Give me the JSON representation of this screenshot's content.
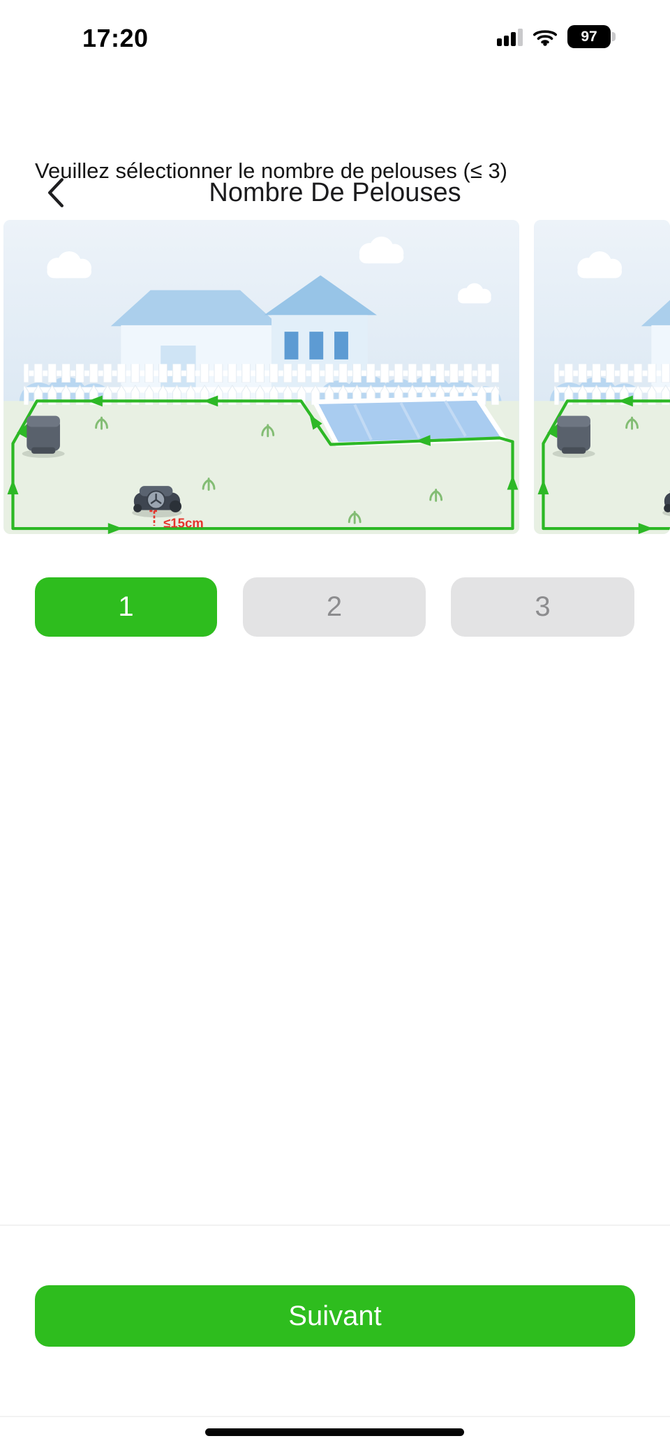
{
  "status_bar": {
    "time": "17:20",
    "battery_percent": "97"
  },
  "header": {
    "title": "Nombre De Pelouses"
  },
  "instruction": "Veuillez sélectionner le nombre de pelouses (≤ 3)",
  "illustration": {
    "distance_label": "≤15cm"
  },
  "options": [
    {
      "label": "1",
      "selected": true
    },
    {
      "label": "2",
      "selected": false
    },
    {
      "label": "3",
      "selected": false
    }
  ],
  "footer": {
    "next_label": "Suivant"
  },
  "icons": {
    "back": "chevron-left",
    "signal": "cellular-signal",
    "wifi": "wifi",
    "battery": "battery",
    "scene": "lawn-with-robot-mower"
  },
  "colors": {
    "accent_green": "#2ebd1e",
    "boundary_green": "#2db826",
    "inactive_gray": "#e3e3e4",
    "inactive_text": "#8c8c8e",
    "alert_red": "#e5332c",
    "sky_blue": "#e4edf6",
    "lawn_green": "#e8f0e3"
  }
}
